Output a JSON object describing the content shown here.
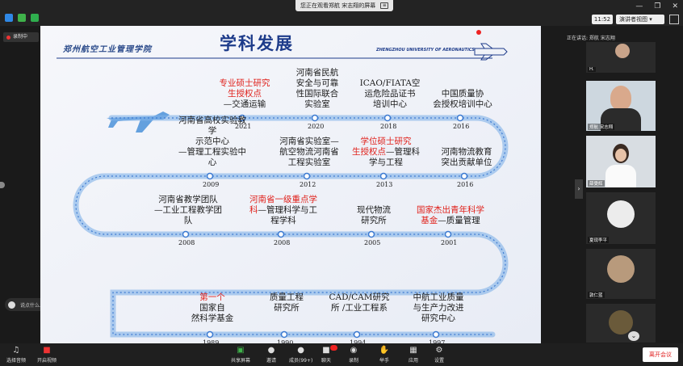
{
  "window": {
    "viewing_banner": "您正在观看郑航 宋志翔的屏幕",
    "time": "11:52",
    "speaker_view": "演讲者视图",
    "min_icon": "—",
    "restore_icon": "❐",
    "close_icon": "✕"
  },
  "left": {
    "recording_label": "录制中",
    "chat_preview": "说点什么...",
    "chat_arrow": "‹"
  },
  "slide": {
    "logo_text": "郑州航空工业管理学院",
    "title": "学科发展",
    "subtitle": "ZHENGZHOU UNIVERSITY OF AERONAUTICS",
    "row1": [
      {
        "year": "2021",
        "lines": [
          {
            "t": "专业硕士研究",
            "red": true
          },
          {
            "t": "生授权点",
            "red": true
          },
          {
            "t": "—交通运输",
            "red": false
          }
        ]
      },
      {
        "year": "2020",
        "lines": [
          {
            "t": "河南省民航",
            "red": false
          },
          {
            "t": "安全与可靠",
            "red": false
          },
          {
            "t": "性国际联合",
            "red": false
          },
          {
            "t": "实验室",
            "red": false
          }
        ]
      },
      {
        "year": "2018",
        "lines": [
          {
            "t": "ICAO/FIATA空",
            "red": false
          },
          {
            "t": "运危险品证书",
            "red": false
          },
          {
            "t": "培训中心",
            "red": false
          }
        ]
      },
      {
        "year": "2016",
        "lines": [
          {
            "t": "中国质量协",
            "red": false
          },
          {
            "t": "会授权培训",
            "red": false
          },
          {
            "t": "中心",
            "red": false
          }
        ]
      }
    ],
    "row2": [
      {
        "year": "2009",
        "lines": [
          {
            "t": "河南省高校实验教学",
            "red": false
          },
          {
            "t": "示范中心",
            "red": false
          },
          {
            "t": "—管理工程实验中心",
            "red": false
          }
        ]
      },
      {
        "year": "2012",
        "lines": [
          {
            "t": "河南省实验室—",
            "red": false
          },
          {
            "t": "航空物流河南省",
            "red": false
          },
          {
            "t": "工程实验室",
            "red": false
          }
        ]
      },
      {
        "year": "2013",
        "lines": [
          {
            "t": "学位硕士研究",
            "red": true
          },
          {
            "t": "生授权点",
            "red": true
          },
          {
            "t": "—管",
            "red": false
          },
          {
            "t": "理科学与工程",
            "red": false
          }
        ]
      },
      {
        "year": "2016",
        "lines": [
          {
            "t": "河南物流教育",
            "red": false
          },
          {
            "t": "突出贡献单位",
            "red": false
          }
        ]
      }
    ],
    "row3": [
      {
        "year": "2008",
        "lines": [
          {
            "t": "河南省教学团队",
            "red": false
          },
          {
            "t": "—工业工程教学团队",
            "red": false
          }
        ]
      },
      {
        "year": "2008",
        "lines": [
          {
            "t": "河南省一级重点学科",
            "red": true
          },
          {
            "t": "—",
            "red": false
          },
          {
            "t": "管理科学与工程学科",
            "red": false
          }
        ]
      },
      {
        "year": "2005",
        "lines": [
          {
            "t": "现代物流",
            "red": false
          },
          {
            "t": "研究所",
            "red": false
          }
        ]
      },
      {
        "year": "2001",
        "lines": [
          {
            "t": "国家杰出青年科学",
            "red": true
          },
          {
            "t": "基金",
            "red": true
          },
          {
            "t": "—质量管理",
            "red": false
          }
        ]
      }
    ],
    "row4": [
      {
        "year": "1989",
        "lines": [
          {
            "t": "第一个",
            "red": true
          },
          {
            "t": "国家自",
            "red": false
          },
          {
            "t": "然科学基金",
            "red": false
          }
        ]
      },
      {
        "year": "1990",
        "lines": [
          {
            "t": "质量工程",
            "red": false
          },
          {
            "t": "研究所",
            "red": false
          }
        ]
      },
      {
        "year": "1994",
        "lines": [
          {
            "t": "CAD/CAM研究",
            "red": false
          },
          {
            "t": "所  /工业工程",
            "red": false
          },
          {
            "t": "系",
            "red": false
          }
        ]
      },
      {
        "year": "1997",
        "lines": [
          {
            "t": "中航工业质量",
            "red": false
          },
          {
            "t": "与生产力改进",
            "red": false
          },
          {
            "t": "研究中心",
            "red": false
          }
        ]
      }
    ]
  },
  "right": {
    "speaking_label": "正在讲话: 郑航 宋志翔",
    "collapse_arrow": "›",
    "tiles": [
      {
        "label": "H.",
        "color": "#6b5a4a"
      },
      {
        "label": "郑航 宋志翔",
        "color": "#cdd7df"
      },
      {
        "label": "薛雯辉",
        "color": "#d8dde2"
      },
      {
        "label": "夏现李平",
        "color": "#ececec"
      },
      {
        "label": "敦仁蓝",
        "color": "#b89a7c"
      },
      {
        "label": "",
        "color": "#3a3a3a"
      }
    ],
    "scroll_down": "⌄"
  },
  "toolbar": {
    "audio": "选择音频",
    "video": "开启视频",
    "share": "共享屏幕",
    "host": "邀请",
    "members": "成员(99+)",
    "chat": "聊天",
    "record": "录制",
    "reactions": "举手",
    "apps": "应用",
    "settings": "设置",
    "leave": "离开会议"
  }
}
